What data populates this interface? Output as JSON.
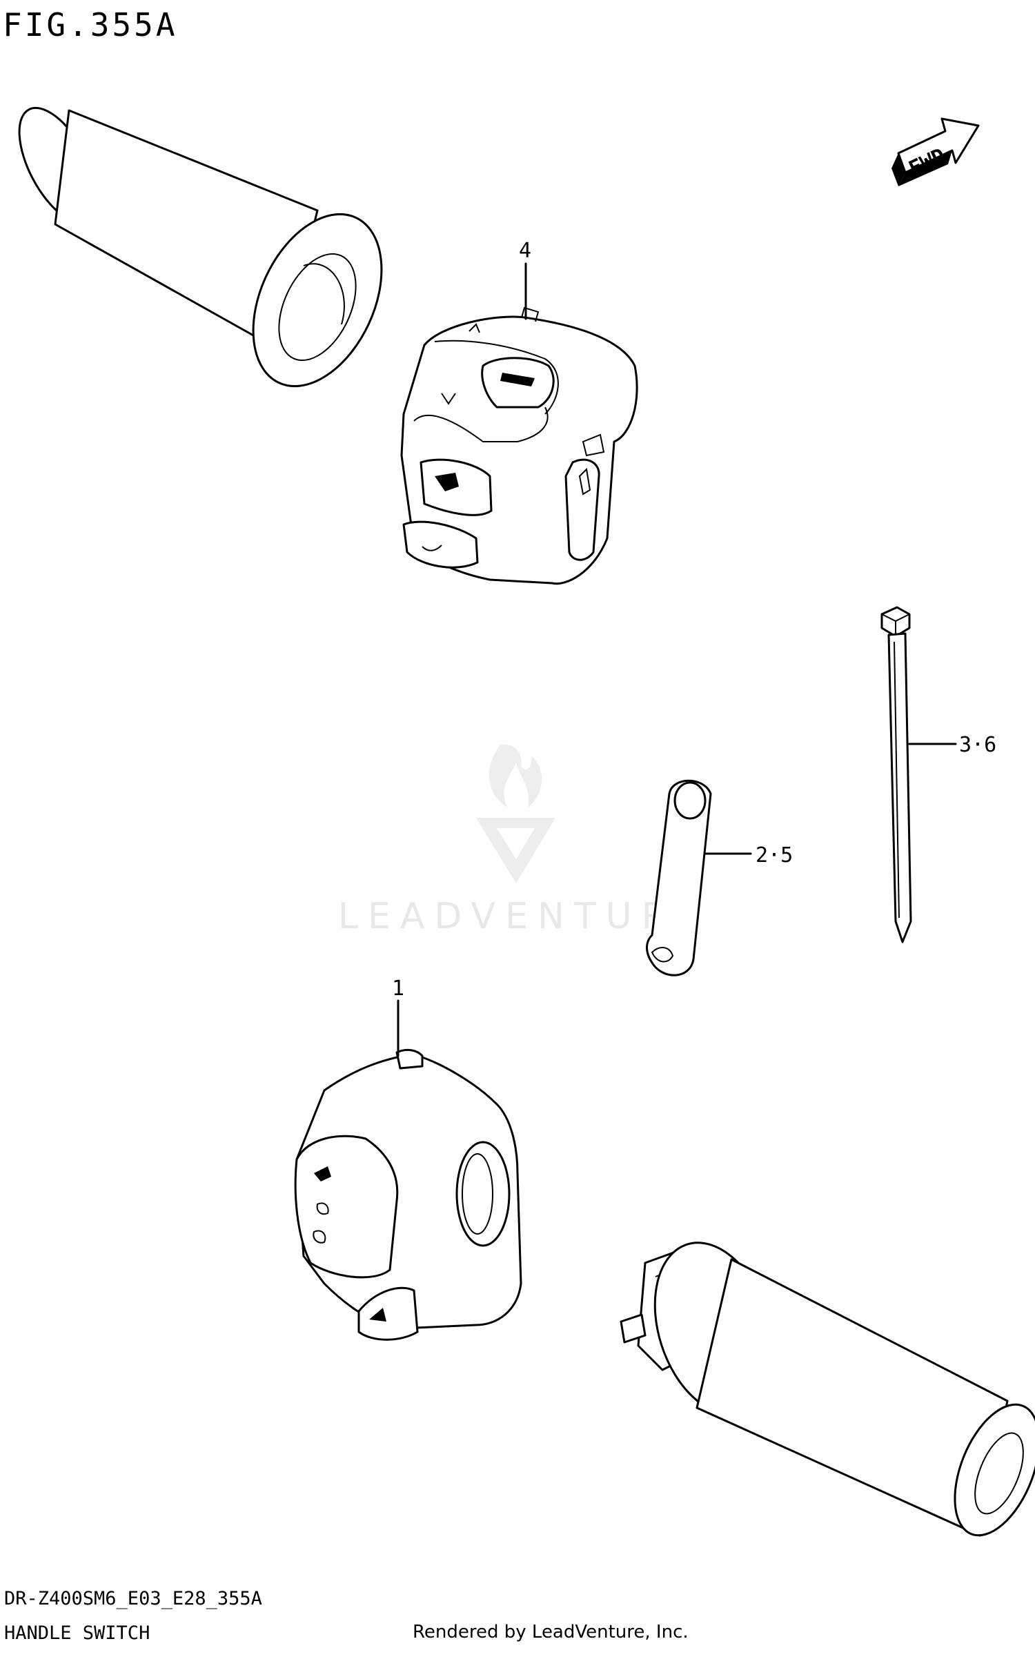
{
  "figure": {
    "title": "FIG.355A",
    "model_code": "DR-Z400SM6_E03_E28_355A",
    "section_name": "HANDLE SWITCH",
    "credit": "Rendered by LeadVenture, Inc."
  },
  "watermark": {
    "text": "LEADVENTURE"
  },
  "direction_badge": {
    "text": "FWD"
  },
  "callouts": [
    {
      "label": "4"
    },
    {
      "label": "3·6"
    },
    {
      "label": "2·5"
    },
    {
      "label": "1"
    }
  ]
}
